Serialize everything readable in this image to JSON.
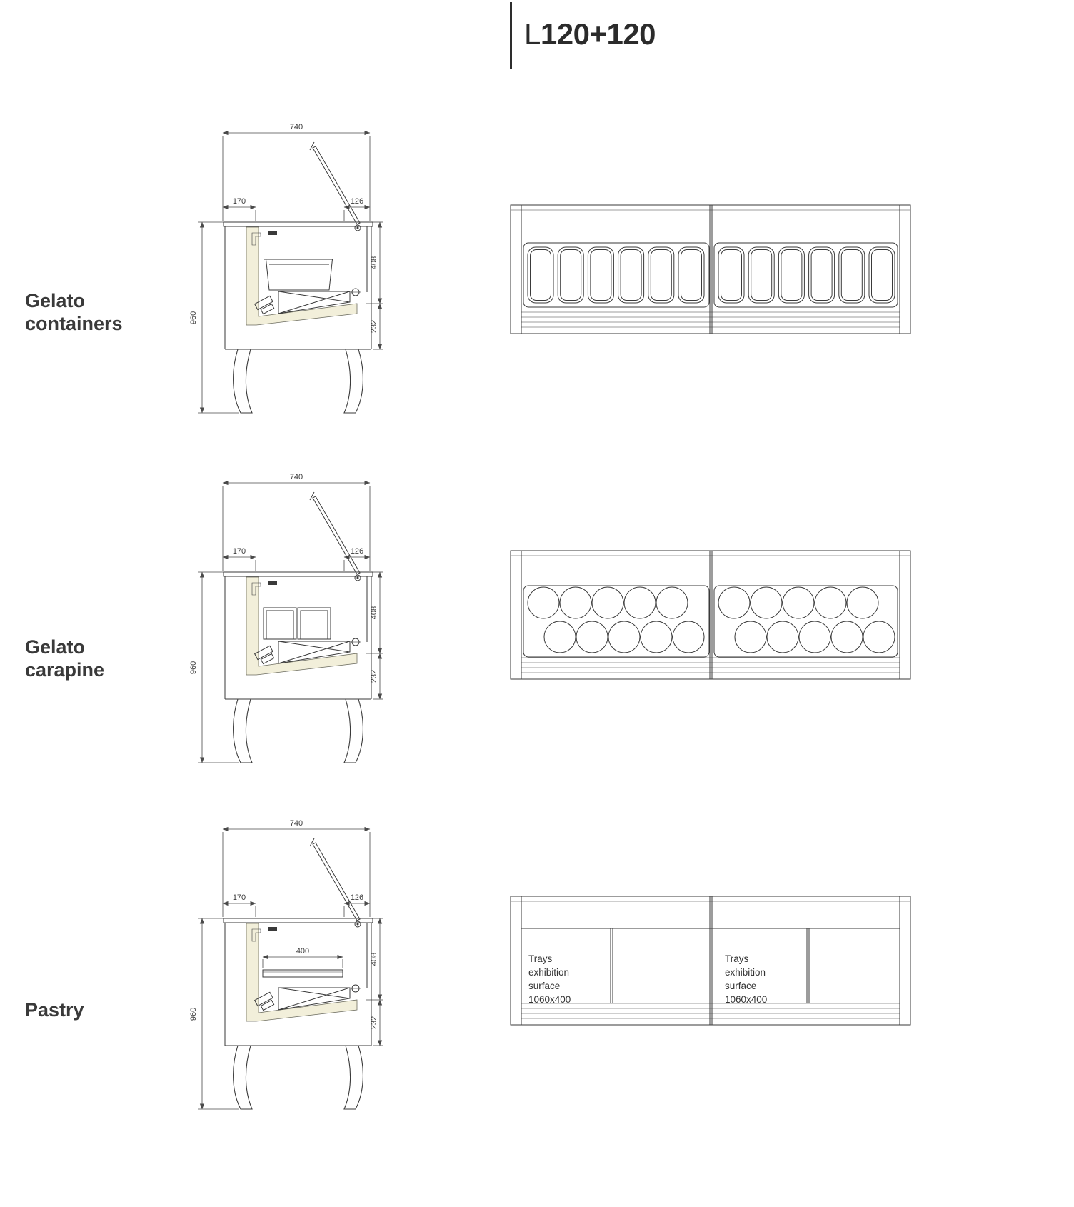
{
  "page": {
    "title_prefix": "L",
    "title_model": "120+120",
    "background": "#ffffff",
    "line_color": "#3a3a3a",
    "insulation_fill": "#f2efda"
  },
  "rows": [
    {
      "label": "Gelato containers",
      "type": "containers",
      "dims": {
        "width": "740",
        "front": "170",
        "back": "126",
        "upper": "408",
        "lower": "232",
        "height": "960"
      }
    },
    {
      "label": "Gelato carapine",
      "type": "carapine",
      "dims": {
        "width": "740",
        "front": "170",
        "back": "126",
        "upper": "408",
        "lower": "232",
        "height": "960"
      }
    },
    {
      "label": "Pastry",
      "type": "pastry",
      "dims": {
        "width": "740",
        "front": "170",
        "back": "126",
        "upper": "408",
        "lower": "232",
        "height": "960",
        "tray_width": "400"
      },
      "top_note_lines": [
        "Trays",
        "exhibition",
        "surface",
        "1060x400"
      ]
    }
  ],
  "top_views": {
    "containers": {
      "pans_per_side": 6
    },
    "carapine": {
      "tubs_per_side": 10
    }
  }
}
